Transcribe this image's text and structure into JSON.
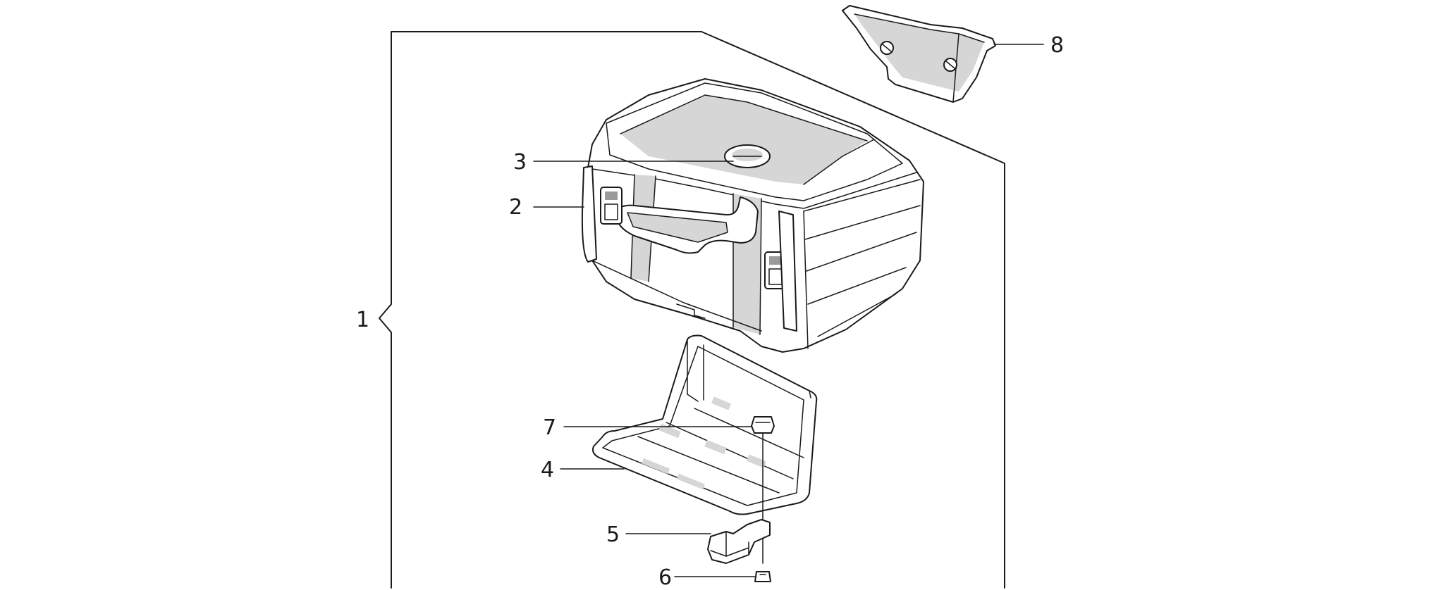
{
  "diagram": {
    "callouts": [
      {
        "id": "1",
        "label": "1"
      },
      {
        "id": "2",
        "label": "2"
      },
      {
        "id": "3",
        "label": "3"
      },
      {
        "id": "4",
        "label": "4"
      },
      {
        "id": "5",
        "label": "5"
      },
      {
        "id": "6",
        "label": "6"
      },
      {
        "id": "7",
        "label": "7"
      },
      {
        "id": "8",
        "label": "8"
      }
    ],
    "colors": {
      "line": "#1a1a1a",
      "background": "#ffffff",
      "shade": "#d6d6d6"
    }
  }
}
